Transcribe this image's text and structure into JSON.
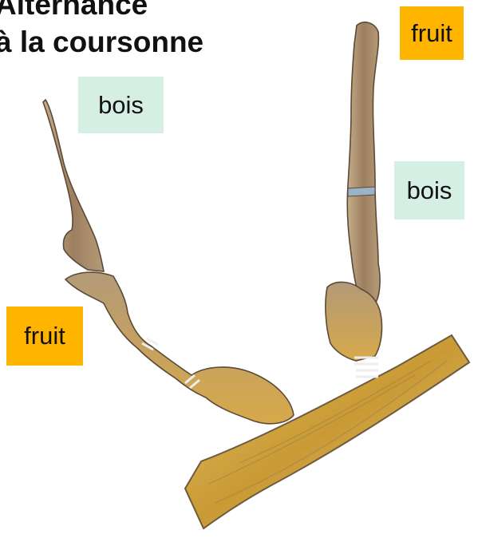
{
  "title": {
    "line1": "Alternance",
    "line2": "à la coursonne"
  },
  "labels": {
    "fruit_top": "fruit",
    "bois_left": "bois",
    "bois_right": "bois",
    "fruit_left": "fruit"
  },
  "colors": {
    "fruit_tag": "#ffb400",
    "bois_tag": "#d6efe4",
    "branch_ochre": "#d4a73c",
    "wood_brown": "#a4896a",
    "text": "#111111"
  }
}
